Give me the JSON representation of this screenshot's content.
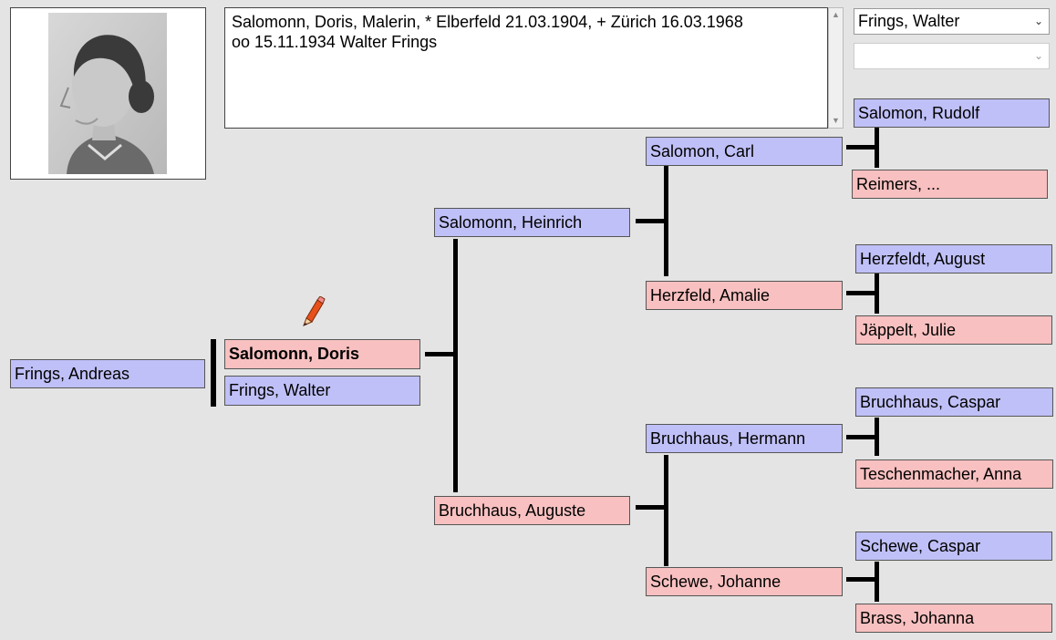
{
  "notes": {
    "line1": "Salomonn, Doris, Malerin, * Elberfeld 21.03.1904, + Zürich 16.03.1968",
    "line2": "oo 15.11.1934 Walter Frings"
  },
  "spouse_select": {
    "selected": "Frings, Walter"
  },
  "second_select": {
    "selected": ""
  },
  "tree": {
    "child": "Frings, Andreas",
    "person": "Salomonn, Doris",
    "spouse": "Frings, Walter",
    "father": "Salomonn, Heinrich",
    "mother": "Bruchhaus, Auguste",
    "pat_grandfather": "Salomon, Carl",
    "pat_grandmother": "Herzfeld, Amalie",
    "mat_grandfather": "Bruchhaus, Hermann",
    "mat_grandmother": "Schewe, Johanne",
    "ggf1": "Salomon, Rudolf",
    "ggm1": "Reimers, ...",
    "ggf2": "Herzfeldt, August",
    "ggm2": "Jäppelt, Julie",
    "ggf3": "Bruchhaus, Caspar",
    "ggm3": "Teschenmacher, Anna",
    "ggf4": "Schewe, Caspar",
    "ggm4": "Brass, Johanna"
  },
  "icons": {
    "edit": "pencil-icon",
    "photo": "portrait-photo"
  },
  "colors": {
    "male": "#c0c0f8",
    "female": "#f8c0c0",
    "background": "#e4e4e4"
  }
}
